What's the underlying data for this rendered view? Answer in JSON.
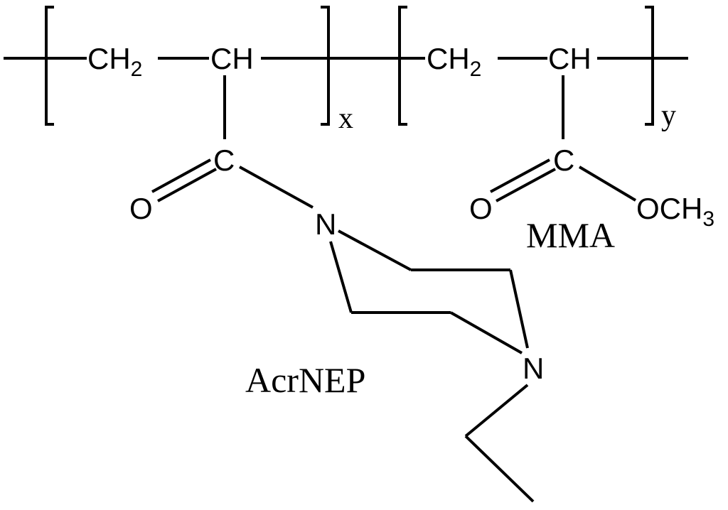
{
  "atoms": {
    "ch2": "CH",
    "ch": "CH",
    "carbon": "C",
    "oxygen": "O",
    "nitrogen": "N",
    "och": "OCH",
    "sub2": "2",
    "sub3": "3"
  },
  "repeat_units": {
    "first_index": "x",
    "second_index": "y"
  },
  "labels": {
    "left_monomer": "AcrNEP",
    "right_monomer": "MMA"
  }
}
